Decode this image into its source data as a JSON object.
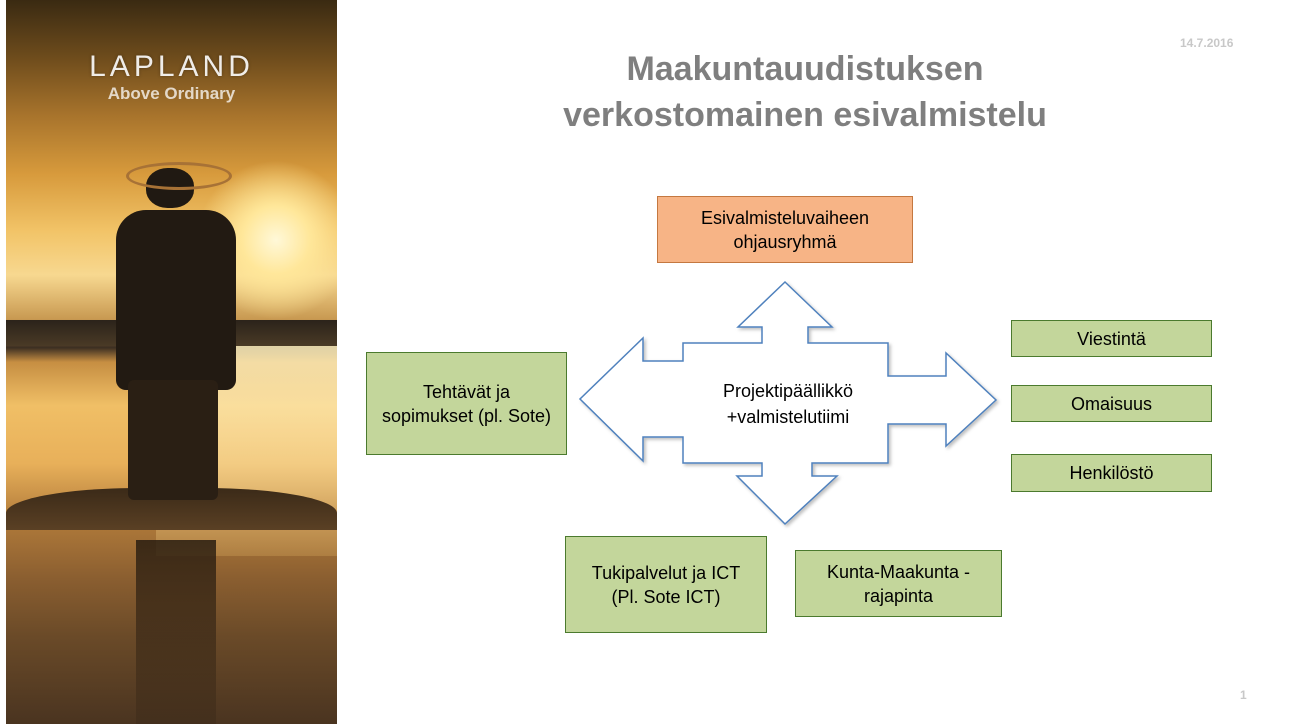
{
  "brand": {
    "name": "LAPLAND",
    "tagline": "Above Ordinary"
  },
  "date": "14.7.2016",
  "page_number": "1",
  "title": {
    "line1": "Maakuntauudistuksen",
    "line2": "verkostomainen esivalmistelu"
  },
  "center": {
    "line1": "Projektipäällikkö",
    "line2": "+valmistelutiimi"
  },
  "boxes": {
    "steering": "Esivalmisteluvaiheen ohjausryhmä",
    "tasks": "Tehtävät ja sopimukset (pl. Sote)",
    "communication": "Viestintä",
    "property": "Omaisuus",
    "personnel": "Henkilöstö",
    "support": "Tukipalvelut ja ICT (Pl. Sote ICT)",
    "municipal": "Kunta-Maakunta -rajapinta"
  },
  "colors": {
    "green_box": "#c3d69b",
    "orange_box": "#f7b486",
    "title_gray": "#7f7f7f"
  }
}
